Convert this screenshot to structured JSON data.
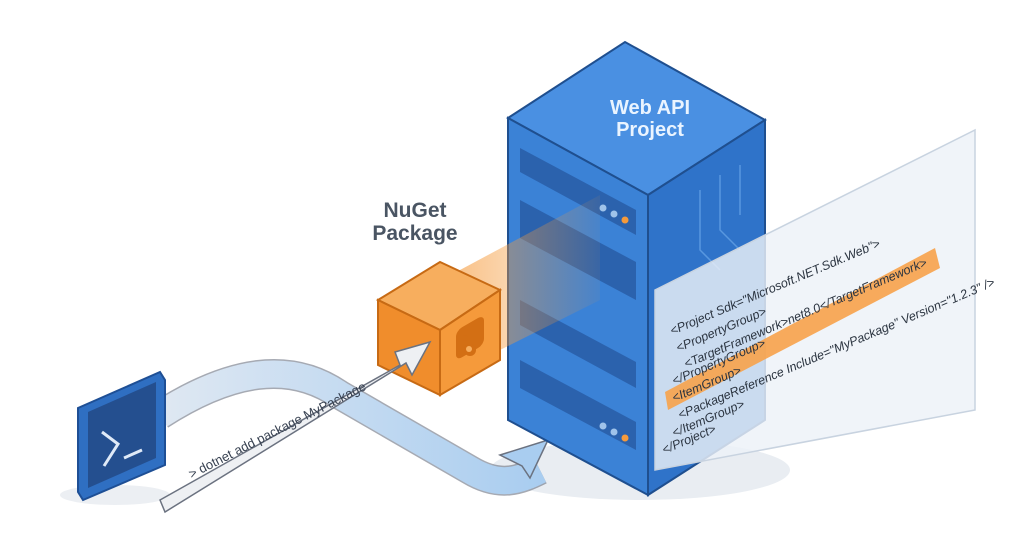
{
  "diagram": {
    "nodes": {
      "terminal": {
        "icon": "terminal-prompt-icon",
        "glyph": ">_"
      },
      "nuget_package": {
        "label_line1": "NuGet",
        "label_line2": "Package",
        "icon": "nuget-cube-icon"
      },
      "server": {
        "label_line1": "Web API",
        "label_line2": "Project",
        "icon": "server-icon"
      }
    },
    "command": "> dotnet add package MyPackage",
    "csproj_lines": [
      "<Project Sdk=\"Microsoft.NET.Sdk.Web\">",
      "<PropertyGroup>",
      "<TargetFramework>net8.0</TargetFramework>",
      "</PropertyGroup>",
      "<ItemGroup>",
      "<PackageReference Include=\"MyPackage\" Version=\"1.2.3\" />",
      "</ItemGroup>",
      "</Project>"
    ],
    "highlighted_line_index": 5,
    "colors": {
      "server_blue": "#3b82d6",
      "server_dark": "#2363b5",
      "nuget_orange": "#f59a3b",
      "highlight_orange": "#f7a24a",
      "arrow_gray": "#d6dbe1",
      "arrow_blue": "#a9cdf0",
      "label_gray": "#4a5563"
    }
  }
}
